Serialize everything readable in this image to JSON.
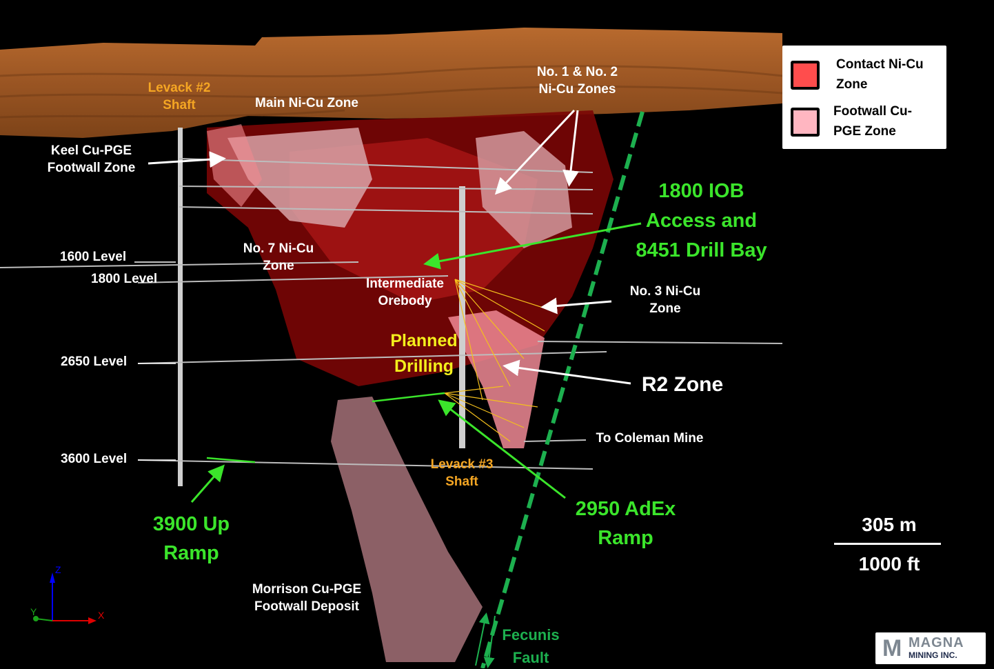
{
  "labels": {
    "levack2_shaft": "Levack #2\nShaft",
    "main_zone": "Main Ni-Cu Zone",
    "keel_zone": "Keel Cu-PGE\nFootwall Zone",
    "no12_zones": "No. 1 & No. 2\nNi-Cu Zones",
    "iob_access": "1800 IOB\nAccess and\n8451 Drill Bay",
    "no7_zone": "No. 7 Ni-Cu\nZone",
    "intermediate": "Intermediate\nOrebody",
    "no3_zone": "No. 3 Ni-Cu\nZone",
    "planned_drilling": "Planned\nDrilling",
    "r2_zone": "R2 Zone",
    "to_coleman": "To Coleman Mine",
    "levack3_shaft": "Levack #3\nShaft",
    "adex_ramp": "2950 AdEx\nRamp",
    "up_ramp": "3900 Up\nRamp",
    "morrison": "Morrison Cu-PGE\nFootwall Deposit",
    "fecunis_fault": "Fecunis\nFault"
  },
  "levels": [
    {
      "label": "1600 Level"
    },
    {
      "label": "1800 Level"
    },
    {
      "label": "2650 Level"
    },
    {
      "label": "3600 Level"
    }
  ],
  "legend": {
    "items": [
      {
        "label": "Contact Ni-Cu\nZone",
        "color": "#ff4d4d"
      },
      {
        "label": "Footwall Cu-\nPGE Zone",
        "color": "#ffb6c1"
      }
    ]
  },
  "scale_bar": {
    "metric": "305 m",
    "imperial": "1000 ft"
  },
  "axes": {
    "x": "X",
    "y": "Y",
    "z": "Z"
  },
  "logo": {
    "line1": "MAGNA",
    "line2": "MINING INC."
  },
  "colors": {
    "overburden": "#a8602a",
    "contact_zone": "#ff4d4d",
    "footwall_zone": "#ffb6c1",
    "fault": "#1db04f",
    "callout_green": "#3be52b"
  }
}
